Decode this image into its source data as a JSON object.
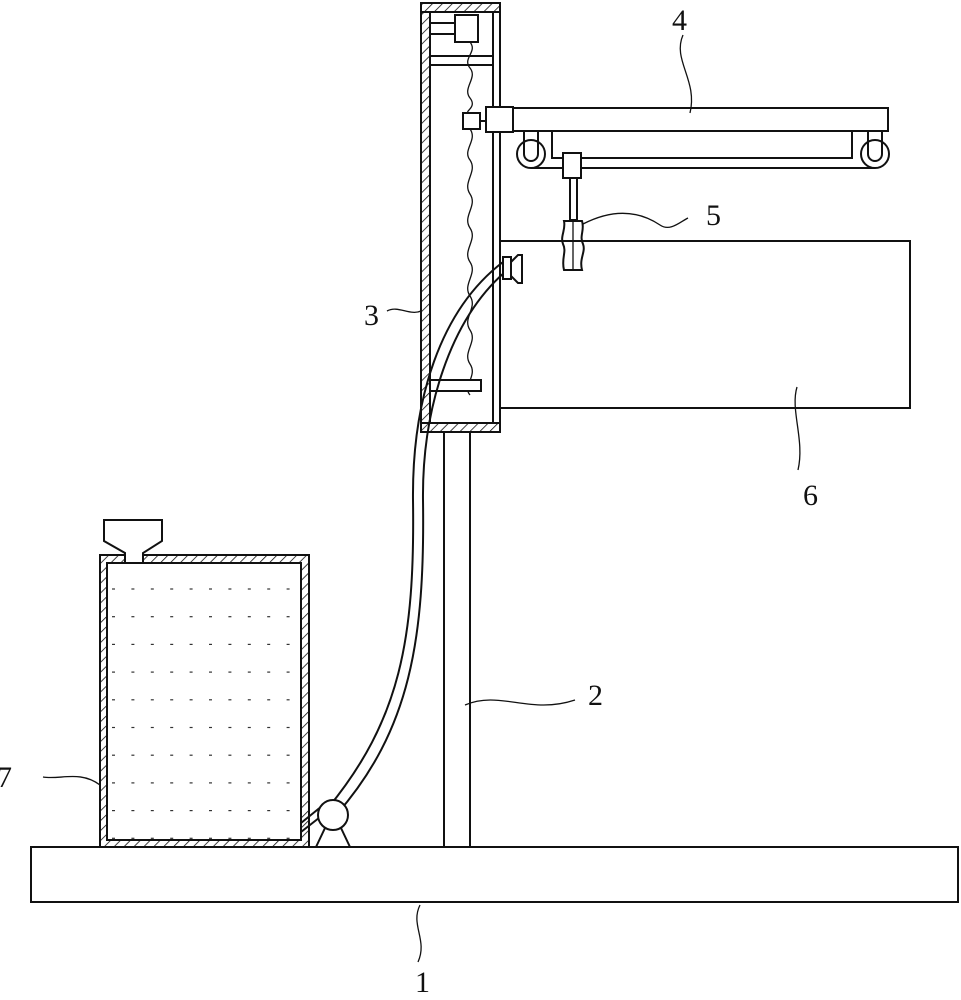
{
  "labels": {
    "base": "1",
    "pole": "2",
    "column": "3",
    "arm": "4",
    "brush": "5",
    "plate": "6",
    "tank": "7"
  }
}
